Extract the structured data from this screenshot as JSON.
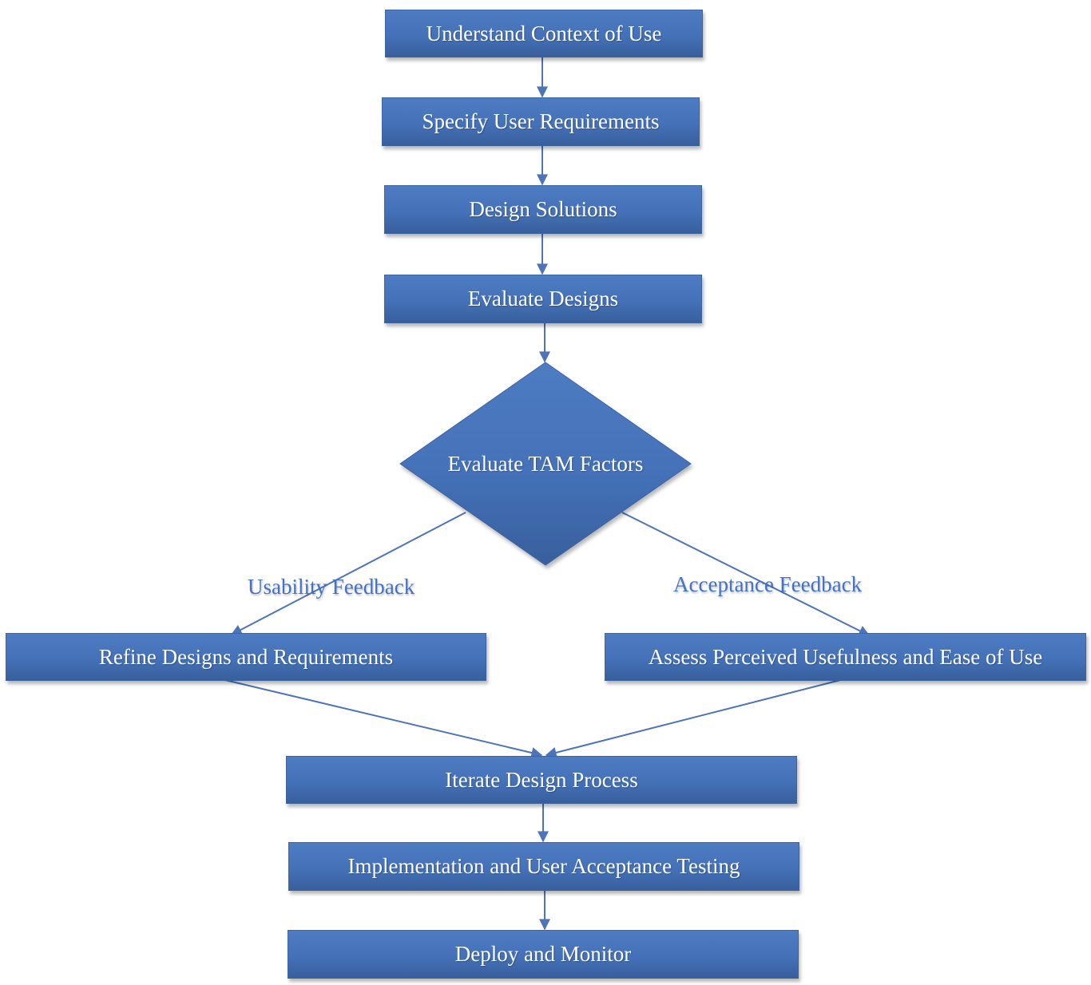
{
  "colors": {
    "box_fill": "#4472c4",
    "box_border": "#3a64a3",
    "connector": "#4d74b8",
    "edge_label": "#4472c4"
  },
  "nodes": {
    "understand": "Understand Context of Use",
    "specify": "Specify User Requirements",
    "design": "Design Solutions",
    "evaluate": "Evaluate Designs",
    "tam": "Evaluate TAM Factors",
    "refine": "Refine Designs and Requirements",
    "assess": "Assess Perceived Usefulness and Ease of Use",
    "iterate": "Iterate Design Process",
    "implementation": "Implementation and User Acceptance Testing",
    "deploy": "Deploy and Monitor"
  },
  "edge_labels": {
    "usability": "Usability Feedback",
    "acceptance": "Acceptance Feedback"
  }
}
